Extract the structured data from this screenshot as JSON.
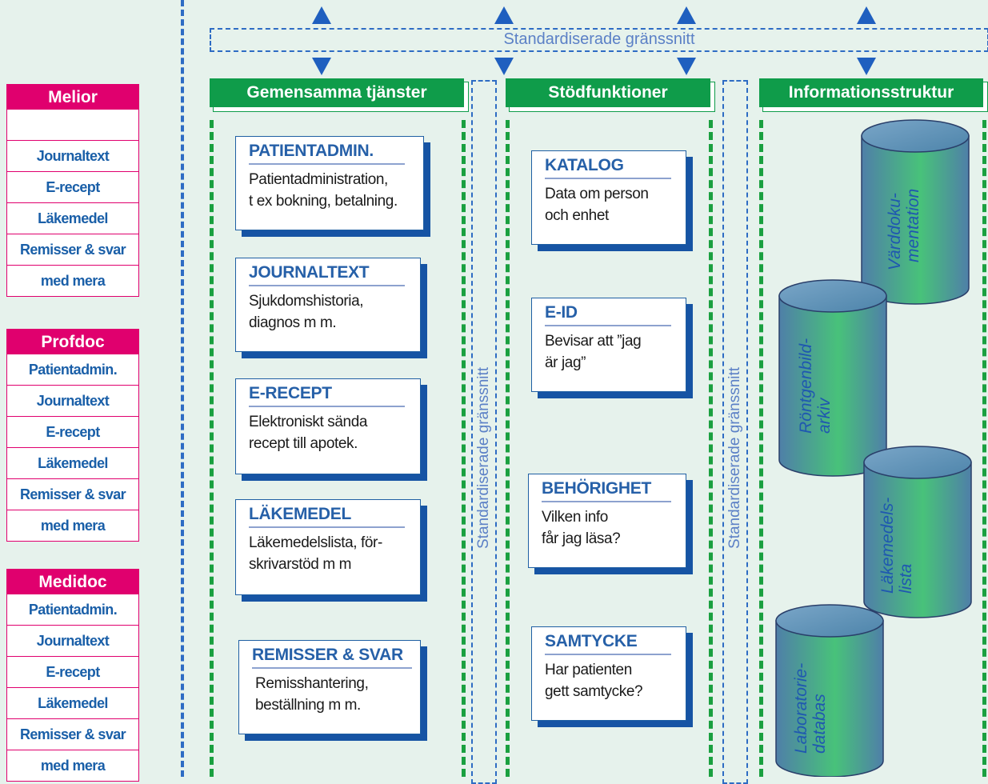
{
  "systems": [
    {
      "name": "Melior",
      "rows": [
        "",
        "Journaltext",
        "E-recept",
        "Läkemedel",
        "Remisser & svar",
        "med mera"
      ]
    },
    {
      "name": "Profdoc",
      "rows": [
        "Patientadmin.",
        "Journaltext",
        "E-recept",
        "Läkemedel",
        "Remisser & svar",
        "med mera"
      ]
    },
    {
      "name": "Medidoc",
      "rows": [
        "Patientadmin.",
        "Journaltext",
        "E-recept",
        "Läkemedel",
        "Remisser & svar",
        "med mera"
      ]
    }
  ],
  "interface_label": "Standardiserade gränssnitt",
  "columns": {
    "gemensamma": "Gemensamma tjänster",
    "stod": "Stödfunktioner",
    "info": "Informationsstruktur"
  },
  "services": [
    {
      "title": "PATIENTADMIN.",
      "desc": [
        "Patientadministration,",
        "t ex bokning, betalning."
      ]
    },
    {
      "title": "JOURNALTEXT",
      "desc": [
        "Sjukdomshistoria,",
        "diagnos m m."
      ]
    },
    {
      "title": "E-RECEPT",
      "desc": [
        "Elektroniskt sända",
        "recept till apotek."
      ]
    },
    {
      "title": "LÄKEMEDEL",
      "desc": [
        "Läkemedelslista, för-",
        "skrivarstöd m m"
      ]
    },
    {
      "title": "REMISSER & SVAR",
      "desc": [
        "Remisshantering,",
        "beställning m m."
      ]
    }
  ],
  "support": [
    {
      "title": "KATALOG",
      "desc": [
        "Data om person",
        "och enhet"
      ]
    },
    {
      "title": "E-ID",
      "desc": [
        "Bevisar att ”jag",
        "är jag”"
      ]
    },
    {
      "title": "BEHÖRIGHET",
      "desc": [
        "Vilken info",
        "får jag läsa?"
      ]
    },
    {
      "title": "SAMTYCKE",
      "desc": [
        "Har patienten",
        "gett samtycke?"
      ]
    }
  ],
  "databases": [
    {
      "lines": [
        "Värddoku-",
        "mentation"
      ]
    },
    {
      "lines": [
        "Röntgenbild-",
        "arkiv"
      ]
    },
    {
      "lines": [
        "Läkemedels-",
        "lista"
      ]
    },
    {
      "lines": [
        "Laboratorie-",
        "databas"
      ]
    }
  ],
  "colors": {
    "system_accent": "#e0006e",
    "system_text": "#1a5fa8",
    "green_header": "#0f9c4a",
    "card_shadow": "#1654a4",
    "interface_blue": "#2e6cc4",
    "background": "#e6f2ec"
  }
}
